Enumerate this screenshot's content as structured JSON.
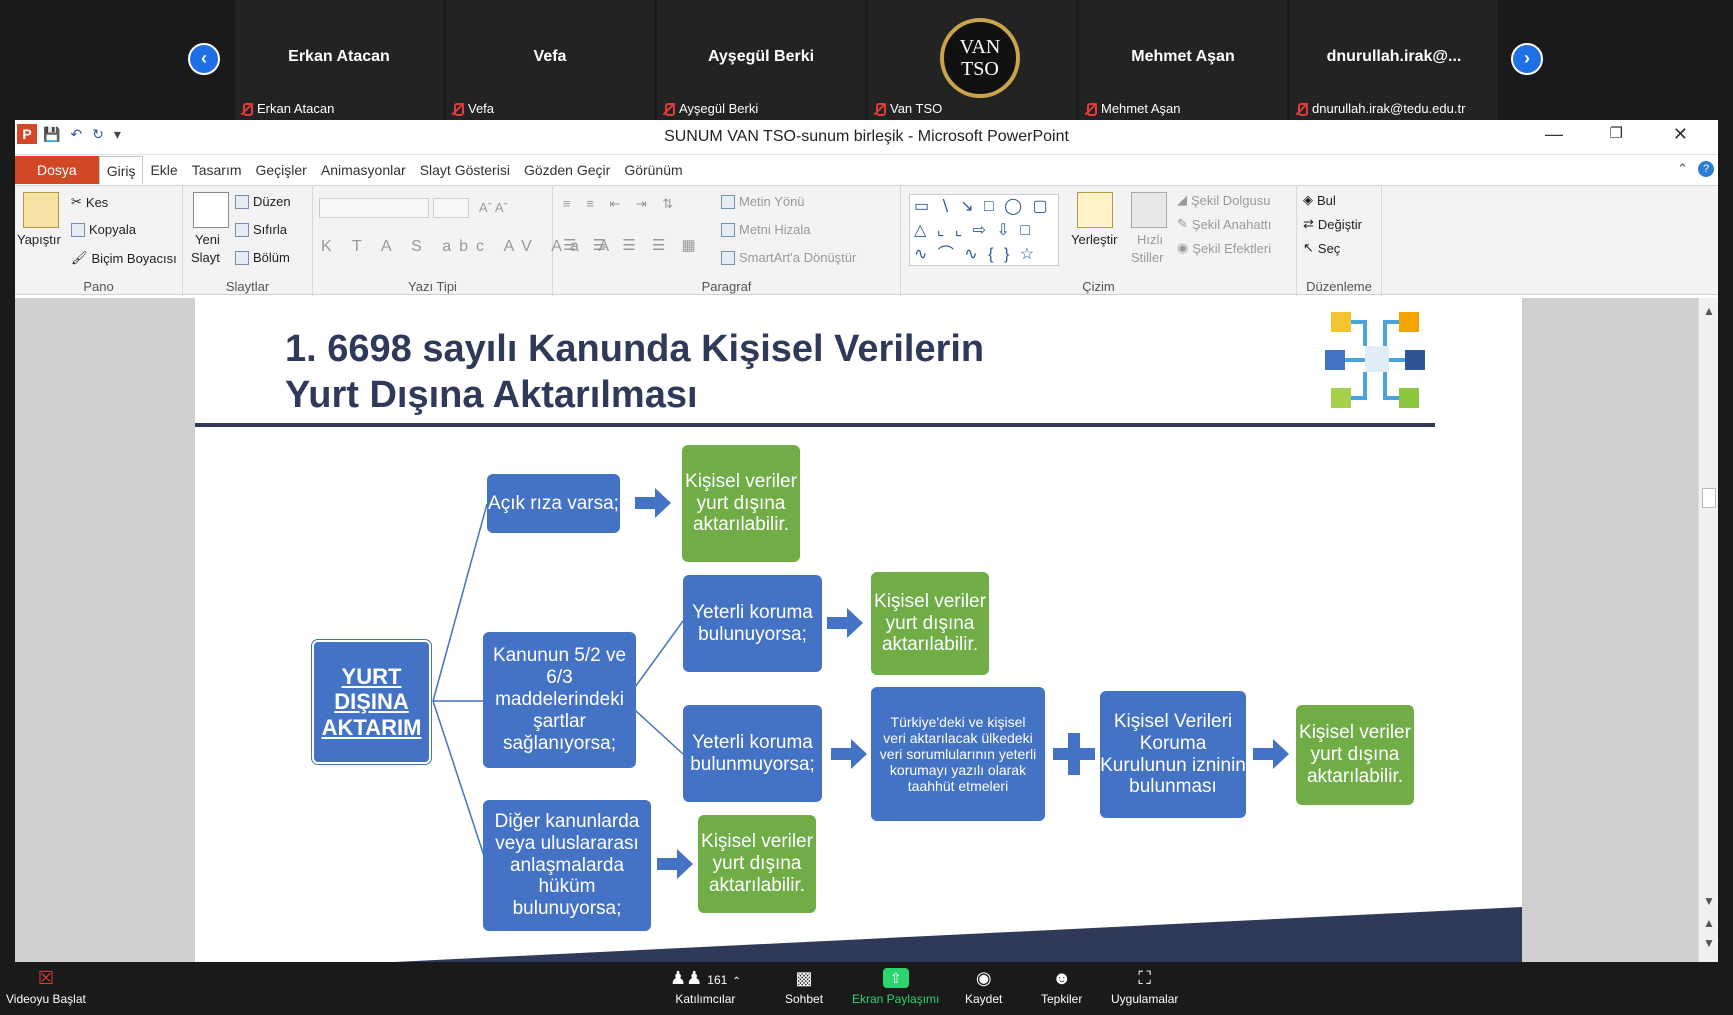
{
  "zoom": {
    "participants": [
      {
        "name": "Erkan Atacan",
        "label": "Erkan Atacan"
      },
      {
        "name": "Vefa",
        "label": "Vefa"
      },
      {
        "name": "Ayşegül Berki",
        "label": "Ayşegül Berki"
      },
      {
        "name": "",
        "label": "Van TSO",
        "logo_lines": [
          "VAN",
          "TSO"
        ]
      },
      {
        "name": "Mehmet Aşan",
        "label": "Mehmet Aşan"
      },
      {
        "name": "dnurullah.irak@...",
        "label": "dnurullah.irak@tedu.edu.tr"
      }
    ],
    "prev_icon": "chevron-left-icon",
    "next_icon": "chevron-right-icon",
    "toolbar": {
      "video": "Videoyu Başlat",
      "participants": "Katılımcılar",
      "participant_count": "161",
      "chat": "Sohbet",
      "share": "Ekran Paylaşımı",
      "record": "Kaydet",
      "reactions": "Tepkiler",
      "apps": "Uygulamalar"
    },
    "share_color": "#2dd36f"
  },
  "ppt": {
    "window_title": "SUNUM VAN TSO-sunum birleşik  -  Microsoft PowerPoint",
    "app_icon_letter": "P",
    "menu": [
      "Dosya",
      "Giriş",
      "Ekle",
      "Tasarım",
      "Geçişler",
      "Animasyonlar",
      "Slayt Gösterisi",
      "Gözden Geçir",
      "Görünüm"
    ],
    "ribbon": {
      "pano": {
        "label": "Pano",
        "paste": "Yapıştır",
        "cut": "Kes",
        "copy": "Kopyala",
        "format_painter": "Biçim Boyacısı"
      },
      "slaytlar": {
        "label": "Slaytlar",
        "new_slide_1": "Yeni",
        "new_slide_2": "Slayt",
        "layout": "Düzen",
        "reset": "Sıfırla",
        "section": "Bölüm"
      },
      "yazi_tipi": {
        "label": "Yazı Tipi"
      },
      "paragraf": {
        "label": "Paragraf",
        "text_direction": "Metin Yönü",
        "align_text": "Metni Hizala",
        "smartart": "SmartArt'a Dönüştür"
      },
      "cizim": {
        "label": "Çizim",
        "arrange": "Yerleştir",
        "quick_styles_1": "Hızlı",
        "quick_styles_2": "Stiller",
        "fill": "Şekil Dolgusu",
        "outline": "Şekil Anahattı",
        "effects": "Şekil Efektleri"
      },
      "duzenleme": {
        "label": "Düzenleme",
        "find": "Bul",
        "replace": "Değiştir",
        "select": "Seç"
      }
    },
    "accent": "#d24726"
  },
  "slide": {
    "title_line1": "1. 6698 sayılı Kanunda Kişisel Verilerin",
    "title_line2": "Yurt Dışına Aktarılması",
    "root": "YURT DIŞINA AKTARIM",
    "branch_consent": "Açık rıza varsa;",
    "branch_articles": "Kanunun 5/2 ve 6/3 maddelerindeki şartlar sağlanıyorsa;",
    "branch_other": "Diğer kanunlarda veya uluslararası anlaşmalarda hüküm bulunuyorsa;",
    "adequate_yes": "Yeterli koruma bulunuyorsa;",
    "adequate_no": "Yeterli koruma bulunmuyorsa;",
    "commitment": "Türkiye'deki ve kişisel veri aktarılacak ülkedeki veri sorumlularının yeterli korumayı yazılı olarak taahhüt etmeleri",
    "board_permission": "Kişisel Verileri Koruma Kurulunun izninin bulunması",
    "result": "Kişisel veriler yurt dışına aktarılabilir.",
    "colors": {
      "blue": "#4472c4",
      "green": "#70ad47",
      "title": "#2f3a5a"
    }
  }
}
